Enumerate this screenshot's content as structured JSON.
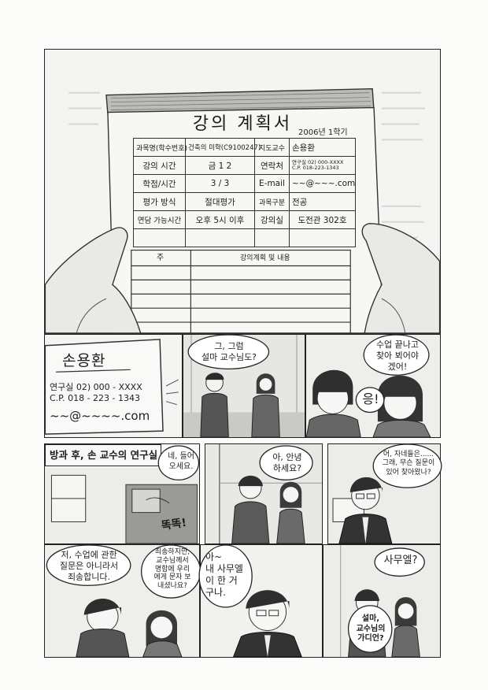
{
  "panel1": {
    "title": "강의 계획서",
    "semester": "2006년 1학기",
    "table": {
      "r1": [
        "과목명(학수번호)",
        "건축의 미학(C9100247)",
        "지도교수",
        "손용환"
      ],
      "r2": [
        "강의 시간",
        "금 1 2",
        "연락처",
        "연구실 02) 000-XXXX\nC.P. 018-223-1343"
      ],
      "r3": [
        "학점/시간",
        "3 / 3",
        "E-mail",
        "~~@~~~.com"
      ],
      "r4": [
        "평가 방식",
        "절대평가",
        "과목구분",
        "전공"
      ],
      "r5": [
        "면담 가능시간",
        "오후 5시 이후",
        "강의실",
        "도전관 302호"
      ]
    },
    "plan_header": [
      "주",
      "강의계획 및 내용"
    ]
  },
  "panel2": {
    "name": "손용환",
    "line1": "연구실 02) 000 - XXXX",
    "line2": "C.P. 018 - 223 - 1343",
    "email": "~~@~~~~.com"
  },
  "panel3": {
    "bubble": "그, 그럼\n설마 교수님도?"
  },
  "panel4": {
    "bubble1": "수업 끝나고\n찾아 뵈어야\n겠어!",
    "bubble2": "응!"
  },
  "panel5": {
    "caption": "방과 후, 손 교수의 연구실",
    "bubble": "네, 들어\n오세요.",
    "sfx": "똑똑!"
  },
  "panel6": {
    "bubble": "아, 안녕\n하세요?"
  },
  "panel7": {
    "bubble": "어, 자네들은......\n그래, 무슨 질문이\n있어 찾아왔나?"
  },
  "panel8": {
    "bubble1": "저, 수업에 관한\n질문은 아니라서\n죄송합니다.",
    "bubble2": "죄송하지만,\n교수님께서\n명함에 우리\n에게 문자 보\n내셨나요?"
  },
  "panel9": {
    "bubble": "아~\n내 사무엘\n이 한 거\n구나."
  },
  "panel10": {
    "bubble1": "사무엘?",
    "bubble2": "설마,\n교수님의\n가디언?"
  }
}
